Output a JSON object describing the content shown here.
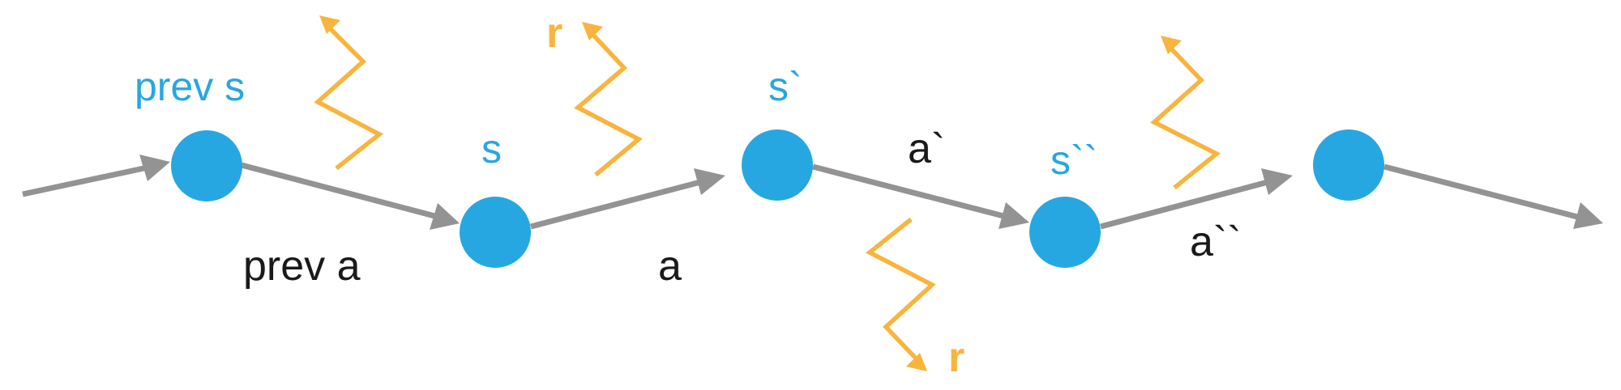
{
  "colors": {
    "node": "#27a7e1",
    "edge": "#939393",
    "reward": "#f9b43e",
    "action_text": "#1a1a1a"
  },
  "states": [
    "prev s",
    "s",
    "s`",
    "s``"
  ],
  "actions": [
    "prev a",
    "a",
    "a`",
    "a``"
  ],
  "rewards": [
    "r",
    "r"
  ],
  "icons": [
    "arrow-icon",
    "zigzag-arrow-icon"
  ]
}
